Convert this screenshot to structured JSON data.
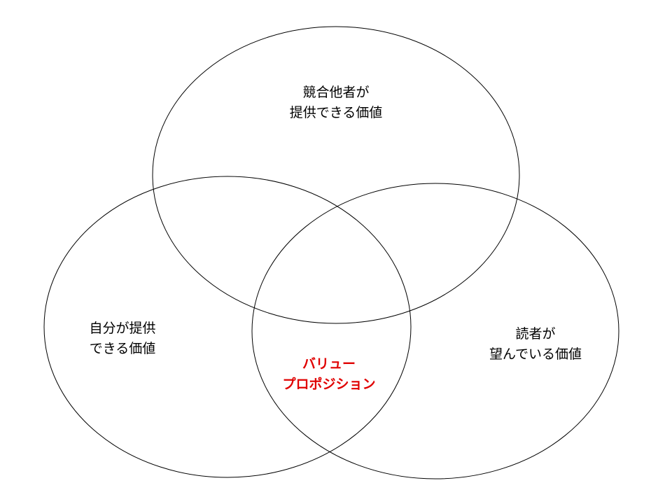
{
  "colors": {
    "background": "#ffffff",
    "outline": "#000000",
    "text": "#000000",
    "highlight": "#e00000"
  },
  "circles": {
    "top": {
      "line1": "競合他者が",
      "line2": "提供できる価値"
    },
    "left": {
      "line1": "自分が提供",
      "line2": "できる価値"
    },
    "right": {
      "line1": "読者が",
      "line2": "望んでいる価値"
    }
  },
  "center": {
    "line1": "バリュー",
    "line2": "プロポジション"
  }
}
